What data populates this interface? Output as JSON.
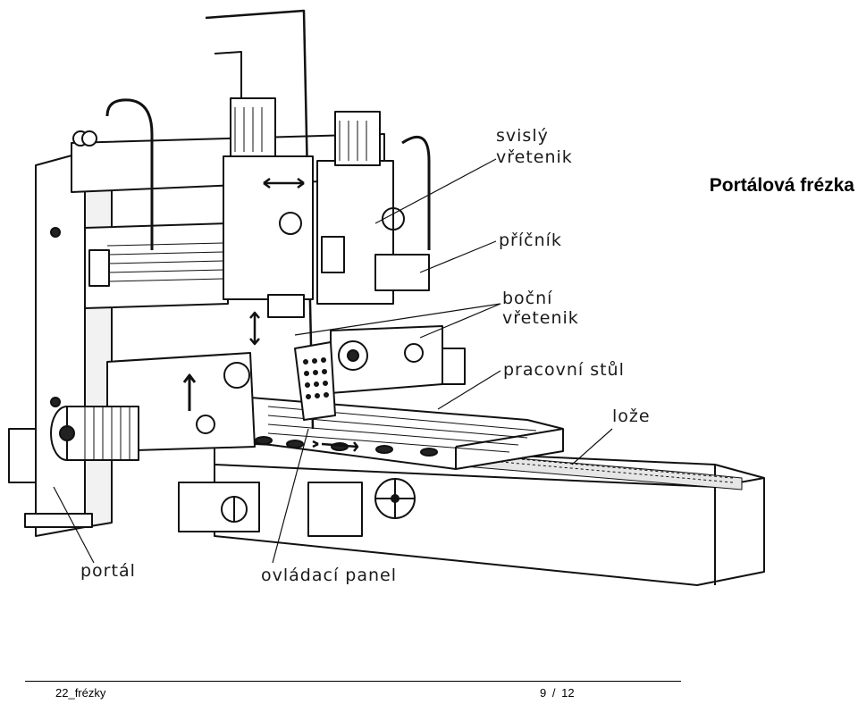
{
  "slide": {
    "title": "Portálová frézka"
  },
  "figure": {
    "labels": {
      "vertical_head_1": "svislý",
      "vertical_head_2": "vřetenik",
      "crossrail": "příčník",
      "side_head_1": "boční",
      "side_head_2": "vřetenik",
      "work_table": "pracovní stůl",
      "bed": "lože",
      "portal": "portál",
      "control_panel": "ovládací panel"
    }
  },
  "footer": {
    "filename": "22_frézky",
    "page_current": "9",
    "page_separator": "/",
    "page_total": "12"
  }
}
